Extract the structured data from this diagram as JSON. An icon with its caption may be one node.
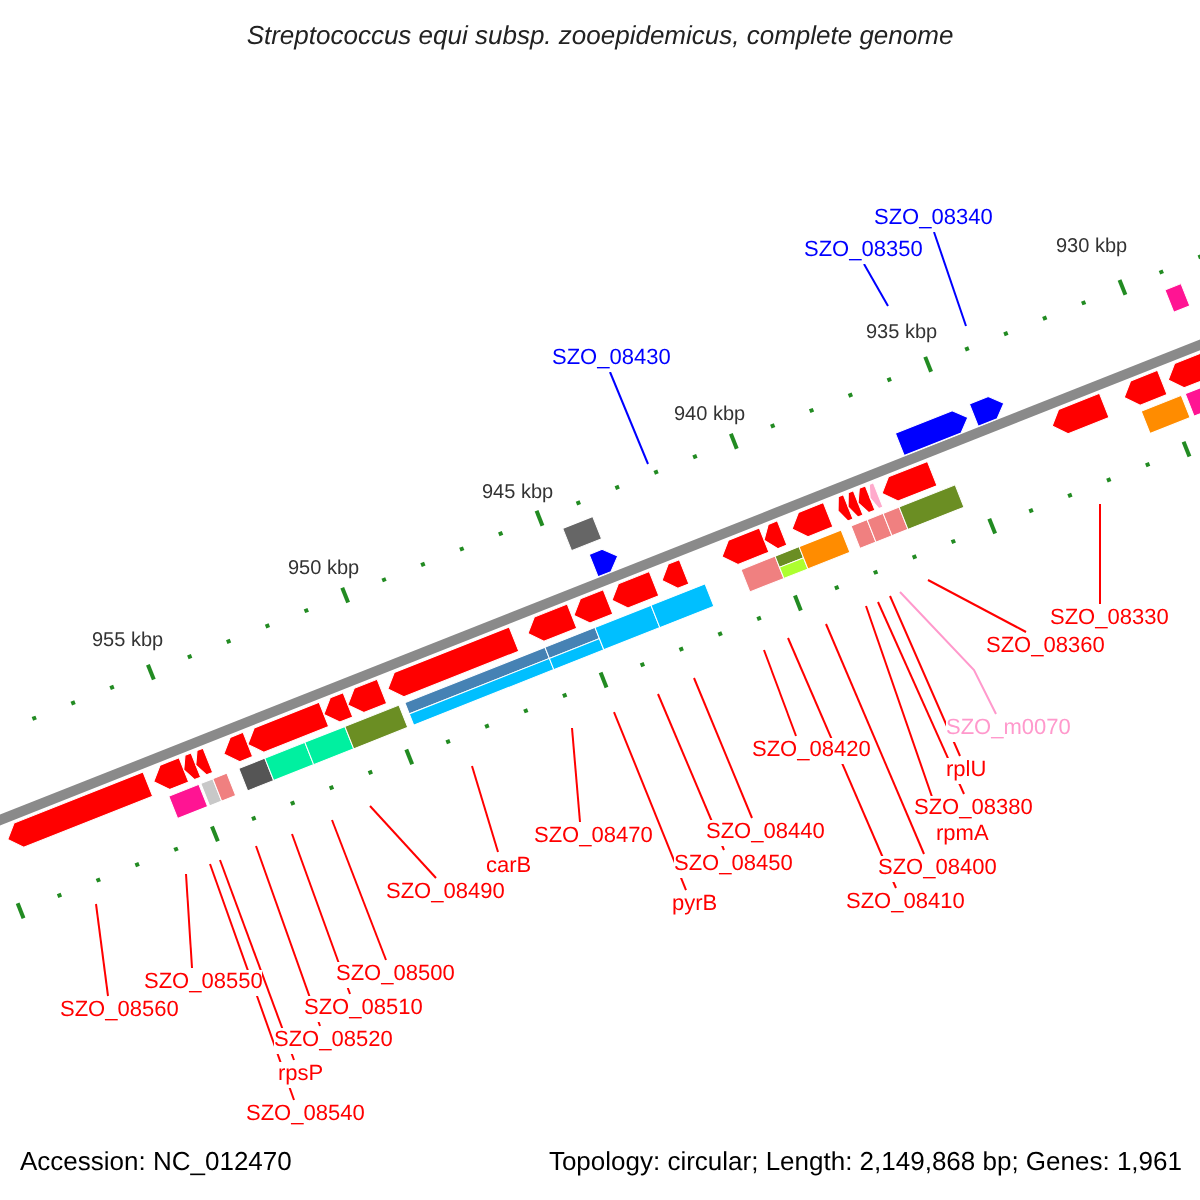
{
  "diagram": {
    "title": "Streptococcus equi subsp. zooepidemicus, complete genome",
    "nodes": [
      {
        "text": [
          "SZO_08340"
        ]
      },
      {
        "text": [
          "SZO_08350"
        ]
      },
      {
        "text": [
          "SZO_08430"
        ]
      },
      {
        "text": [
          "SZO_08330"
        ]
      },
      {
        "text": [
          "SZO_08360"
        ]
      },
      {
        "text": [
          "SZO_m0070"
        ]
      },
      {
        "text": [
          "rplU"
        ]
      },
      {
        "text": [
          "SZO_08420"
        ]
      },
      {
        "text": [
          "SZO_08380"
        ]
      },
      {
        "text": [
          "SZO_08470"
        ]
      },
      {
        "text": [
          "rpmA"
        ]
      },
      {
        "text": [
          "SZO_08440"
        ]
      },
      {
        "text": [
          "SZO_08400"
        ]
      },
      {
        "text": [
          "SZO_08450"
        ]
      },
      {
        "text": [
          "SZO_08490"
        ]
      },
      {
        "text": [
          "SZO_08410"
        ]
      },
      {
        "text": [
          "pyrB"
        ]
      },
      {
        "text": [
          "carB"
        ]
      },
      {
        "text": [
          "SZO_08500"
        ]
      },
      {
        "text": [
          "SZO_08550"
        ]
      },
      {
        "text": [
          "SZO_08510"
        ]
      },
      {
        "text": [
          "SZO_08560"
        ]
      },
      {
        "text": [
          "SZO_08520"
        ]
      },
      {
        "text": [
          "rpsP"
        ]
      },
      {
        "text": [
          "SZO_08540"
        ]
      }
    ],
    "edges": [
      {
        "from": 0,
        "to": null,
        "arrow": "none",
        "color": "#0000ff"
      },
      {
        "from": 1,
        "to": null,
        "arrow": "none",
        "color": "#0000ff"
      },
      {
        "from": 2,
        "to": null,
        "arrow": "none",
        "color": "#0000ff"
      },
      {
        "from": 3,
        "to": null,
        "arrow": "none"
      },
      {
        "from": 4,
        "to": null,
        "arrow": "none"
      },
      {
        "from": 5,
        "to": null,
        "arrow": "none",
        "color": "#ff99cc"
      },
      {
        "from": 6,
        "to": null,
        "arrow": "none"
      },
      {
        "from": 7,
        "to": null,
        "arrow": "none"
      },
      {
        "from": 8,
        "to": null,
        "arrow": "none"
      },
      {
        "from": 9,
        "to": null,
        "arrow": "none"
      },
      {
        "from": 10,
        "to": null,
        "arrow": "none"
      },
      {
        "from": 11,
        "to": null,
        "arrow": "none"
      },
      {
        "from": 12,
        "to": null,
        "arrow": "none"
      },
      {
        "from": 13,
        "to": null,
        "arrow": "none"
      },
      {
        "from": 14,
        "to": null,
        "arrow": "none"
      },
      {
        "from": 15,
        "to": null,
        "arrow": "none"
      },
      {
        "from": 16,
        "to": null,
        "arrow": "none"
      },
      {
        "from": 17,
        "to": null,
        "arrow": "none"
      },
      {
        "from": 18,
        "to": null,
        "arrow": "none"
      },
      {
        "from": 19,
        "to": null,
        "arrow": "none"
      },
      {
        "from": 20,
        "to": null,
        "arrow": "none"
      },
      {
        "from": 21,
        "to": null,
        "arrow": "none"
      },
      {
        "from": 22,
        "to": null,
        "arrow": "none"
      },
      {
        "from": 23,
        "to": null,
        "arrow": "none"
      },
      {
        "from": 24,
        "to": null,
        "arrow": "none"
      }
    ],
    "labels": [
      "930 kbp",
      "935 kbp",
      "940 kbp",
      "945 kbp",
      "950 kbp",
      "955 kbp",
      "Accession: NC_012470",
      "Topology: circular; Length: 2,149,868 bp; Genes: 1,961"
    ]
  }
}
